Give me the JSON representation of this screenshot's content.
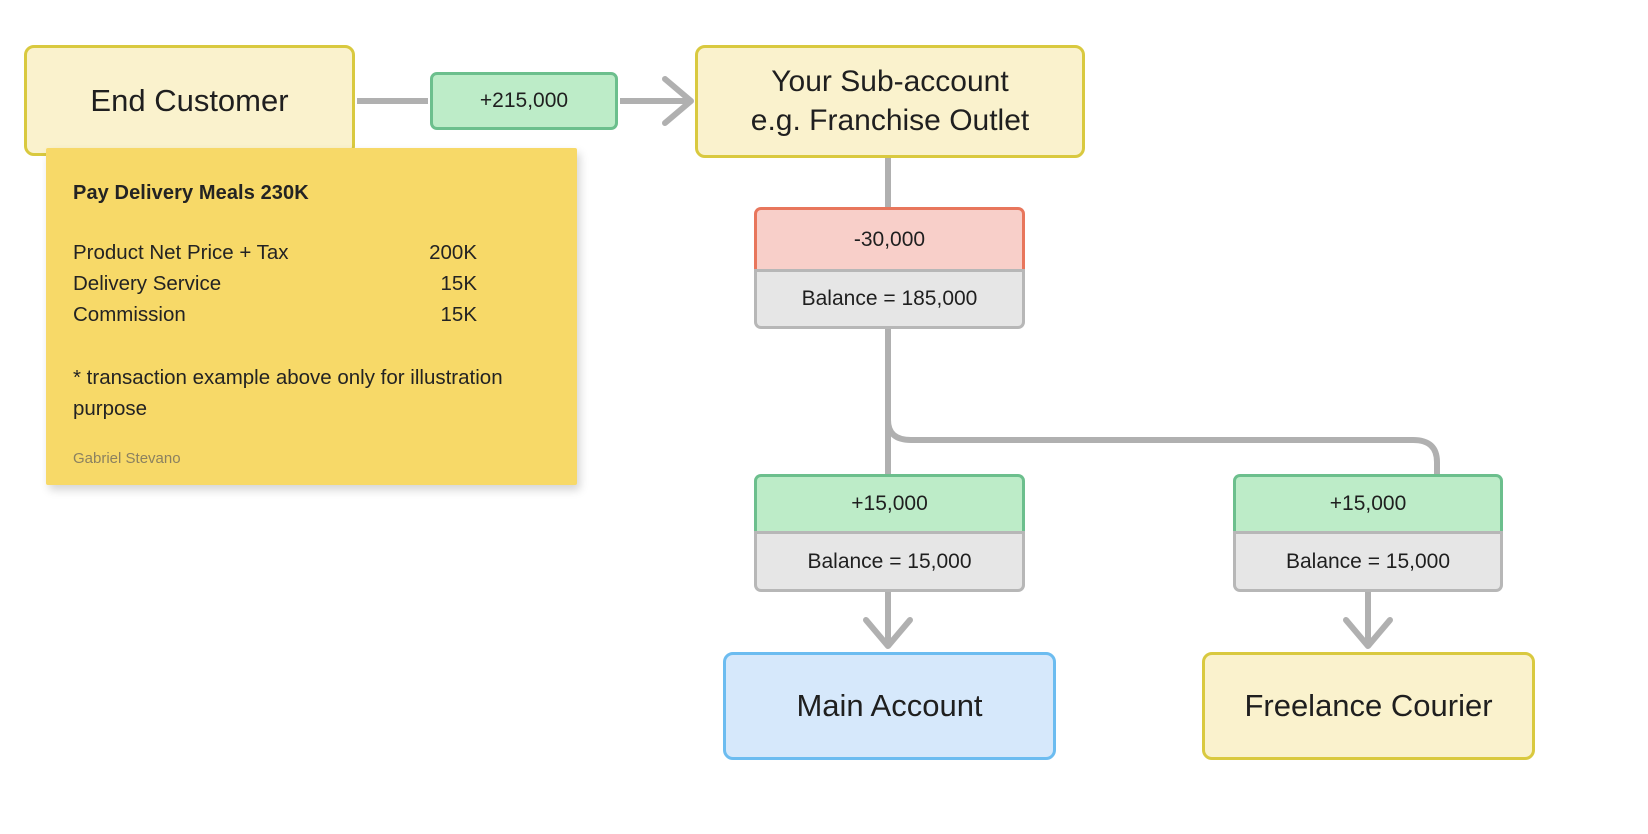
{
  "diagram": {
    "nodes": {
      "end_customer": {
        "label": "End Customer"
      },
      "sub_account": {
        "line1": "Your Sub-account",
        "line2": "e.g. Franchise Outlet"
      },
      "main_account": {
        "label": "Main Account"
      },
      "freelance_courier": {
        "label": "Freelance Courier"
      }
    },
    "transactions": {
      "customer_payment": {
        "amount": "+215,000"
      },
      "subaccount_fee": {
        "amount": "-30,000",
        "balance": "Balance = 185,000"
      },
      "commission": {
        "amount": "+15,000",
        "balance": "Balance = 15,000"
      },
      "delivery_fee": {
        "amount": "+15,000",
        "balance": "Balance = 15,000"
      }
    }
  },
  "note": {
    "title": "Pay Delivery Meals 230K",
    "rows": [
      {
        "label": "Product Net Price + Tax",
        "value": "200K"
      },
      {
        "label": "Delivery Service",
        "value": "15K"
      },
      {
        "label": "Commission",
        "value": "15K"
      }
    ],
    "footnote": "* transaction example above only for illustration purpose",
    "author": "Gabriel Stevano"
  },
  "colors": {
    "node_yellow_fill": "#faf2cd",
    "node_yellow_border": "#d9c93f",
    "node_blue_fill": "#d6e8fb",
    "node_blue_border": "#6cbcf0",
    "amount_positive_fill": "#bdecc8",
    "amount_positive_border": "#6cbf8d",
    "amount_negative_fill": "#f8cfc9",
    "amount_negative_border": "#e8765c",
    "balance_fill": "#e6e6e6",
    "balance_border": "#b7b7b7",
    "note_fill": "#f7d968",
    "connector": "#b0b0b0",
    "canvas": "#ffffff"
  }
}
